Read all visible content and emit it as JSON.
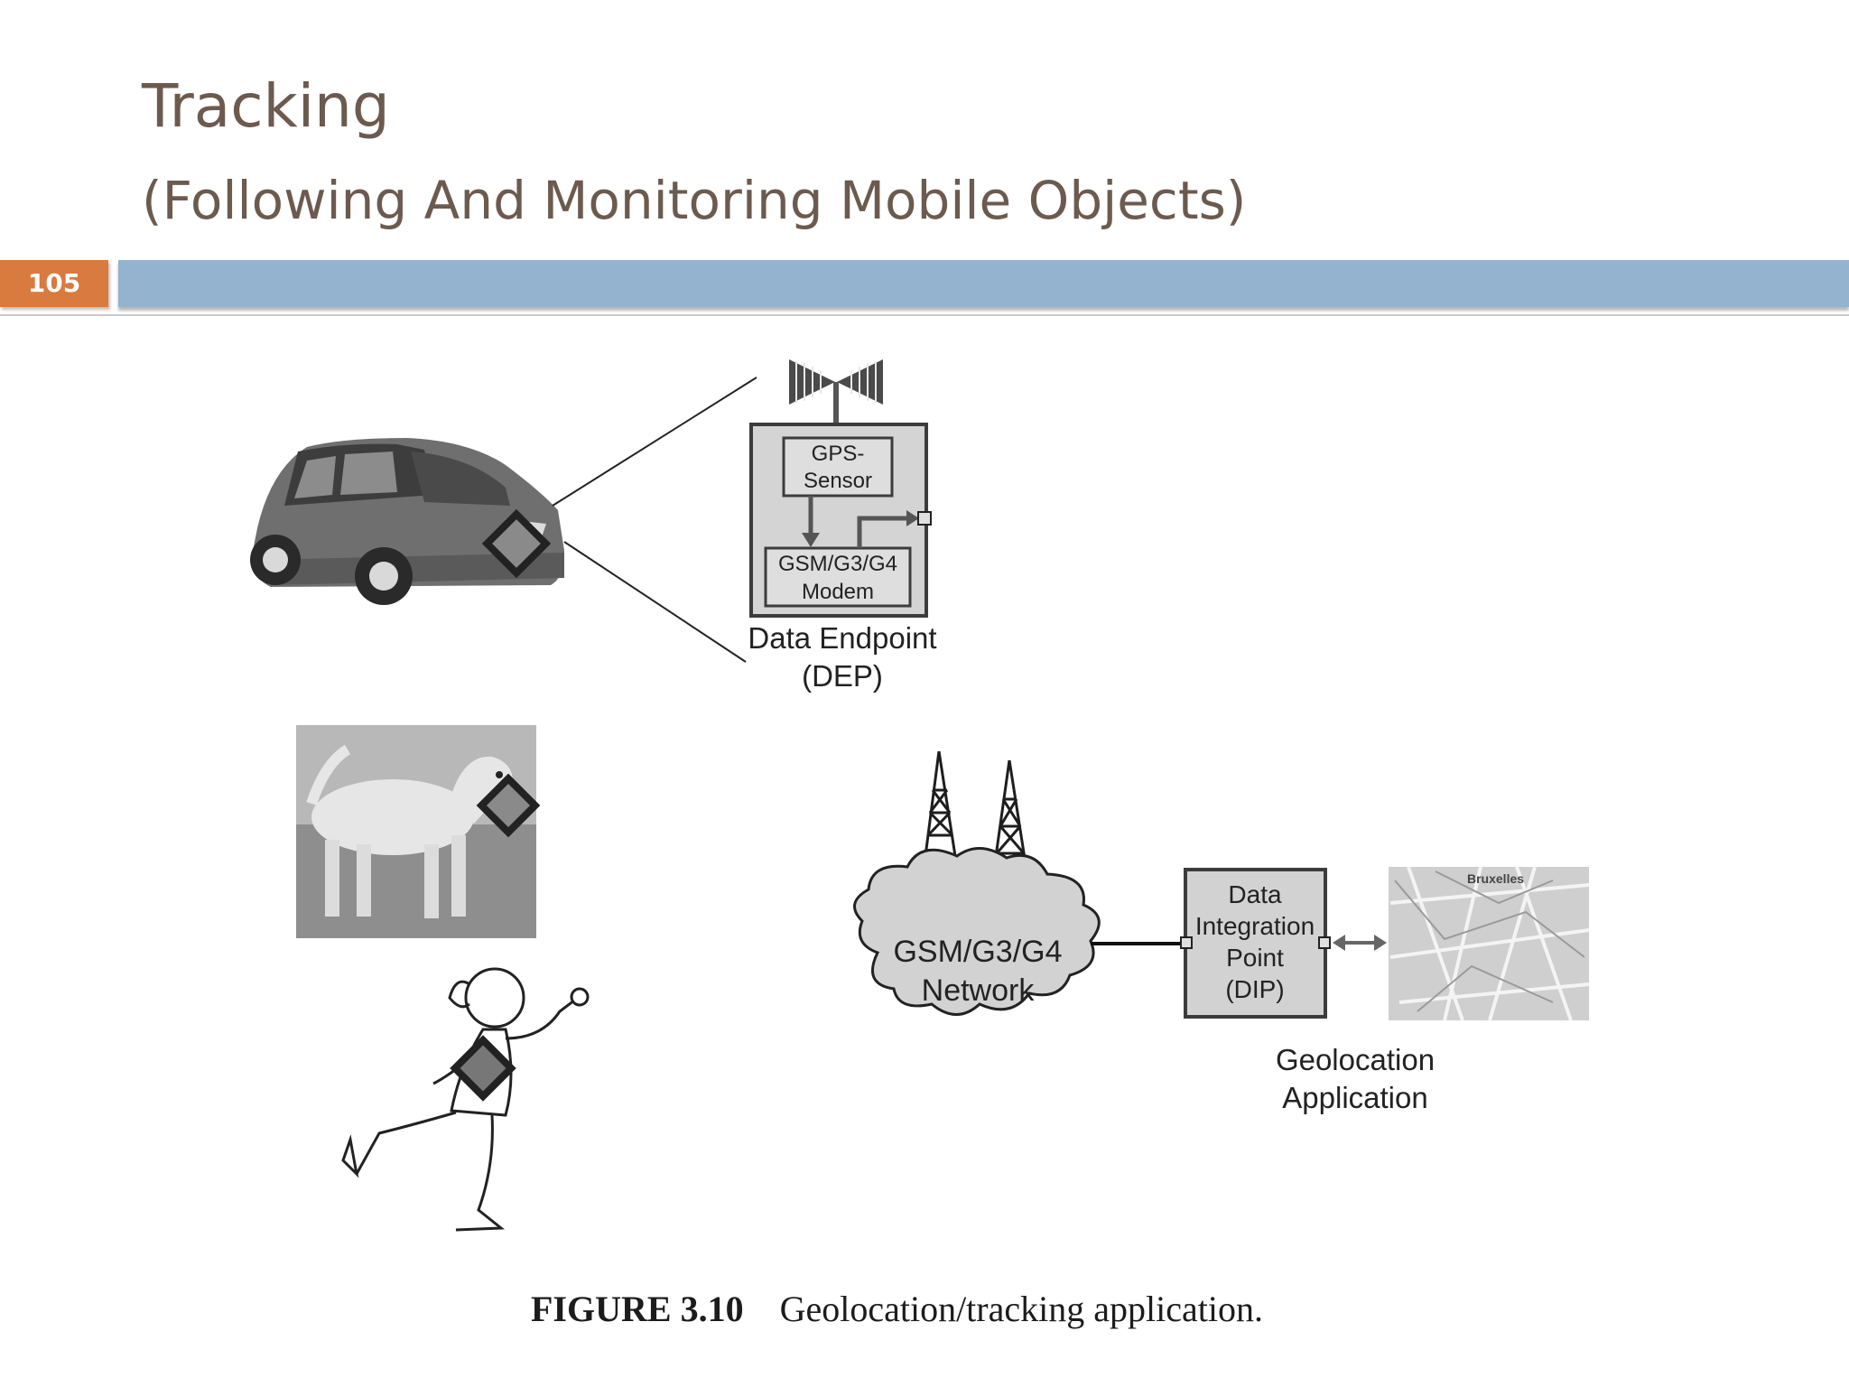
{
  "slide": {
    "title": "Tracking",
    "subtitle": "(Following And Monitoring Mobile Objects)",
    "number": "105"
  },
  "diagram": {
    "dep": {
      "gps_line1": "GPS-",
      "gps_line2": "Sensor",
      "modem_line1": "GSM/G3/G4",
      "modem_line2": "Modem",
      "label_line1": "Data Endpoint",
      "label_line2": "(DEP)"
    },
    "network": {
      "line1": "GSM/G3/G4",
      "line2": "Network"
    },
    "dip": {
      "line1": "Data",
      "line2": "Integration",
      "line3": "Point",
      "line4": "(DIP)"
    },
    "map_label": "Bruxelles",
    "geo_app": {
      "line1": "Geolocation",
      "line2": "Application"
    }
  },
  "caption": {
    "number": "FIGURE 3.10",
    "text": "Geolocation/tracking application."
  },
  "colors": {
    "title": "#6d5a4e",
    "slide_number_bg": "#d97a3f",
    "header_bar": "#93b3cf",
    "box_fill": "#d4d4d4",
    "tracker": "#8a8a8a"
  }
}
